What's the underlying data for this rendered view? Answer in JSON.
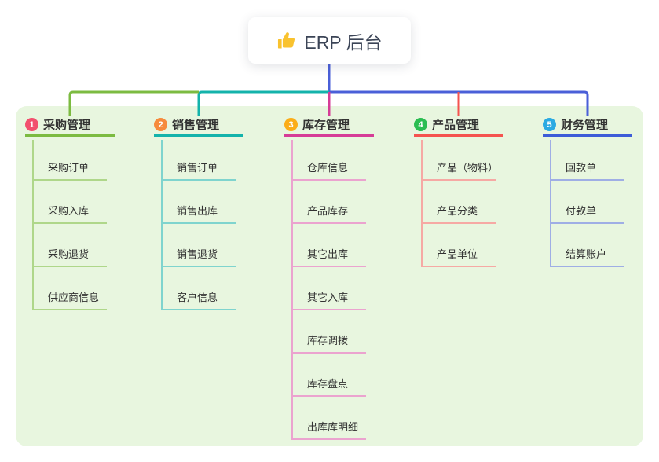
{
  "root": {
    "label": "ERP 后台",
    "icon": "thumbs-up"
  },
  "branches": [
    {
      "id": "1",
      "label": "采购管理",
      "badge_color": "#F2506E",
      "line_color": "#7CBB41",
      "light_line_color": "#AFD78A",
      "children": [
        "采购订单",
        "采购入库",
        "采购退货",
        "供应商信息"
      ]
    },
    {
      "id": "2",
      "label": "销售管理",
      "badge_color": "#F68B3D",
      "line_color": "#14B3AB",
      "light_line_color": "#7FD4CE",
      "children": [
        "销售订单",
        "销售出库",
        "销售退货",
        "客户信息"
      ]
    },
    {
      "id": "3",
      "label": "库存管理",
      "badge_color": "#FBAD18",
      "line_color": "#D63C97",
      "light_line_color": "#EBA3CF",
      "children": [
        "仓库信息",
        "产品库存",
        "其它出库",
        "其它入库",
        "库存调拨",
        "库存盘点",
        "出库库明细"
      ]
    },
    {
      "id": "4",
      "label": "产品管理",
      "badge_color": "#2BBD52",
      "line_color": "#F5534F",
      "light_line_color": "#F6A9A4",
      "children": [
        "产品（物料）",
        "产品分类",
        "产品单位"
      ]
    },
    {
      "id": "5",
      "label": "财务管理",
      "badge_color": "#2BAAE2",
      "line_color": "#3D5CD8",
      "light_line_color": "#9FAEE5",
      "children": [
        "回款单",
        "付款单",
        "结算账户"
      ]
    }
  ],
  "colors": {
    "page_bg": "#FFFFFF",
    "panel_bg": "#E8F6DF",
    "trunk_line": "#4A5FD8",
    "root_card_bg": "#FFFFFF",
    "root_text": "#3B4456",
    "node_text": "#333333",
    "thumb_icon": "#F9C22E"
  }
}
